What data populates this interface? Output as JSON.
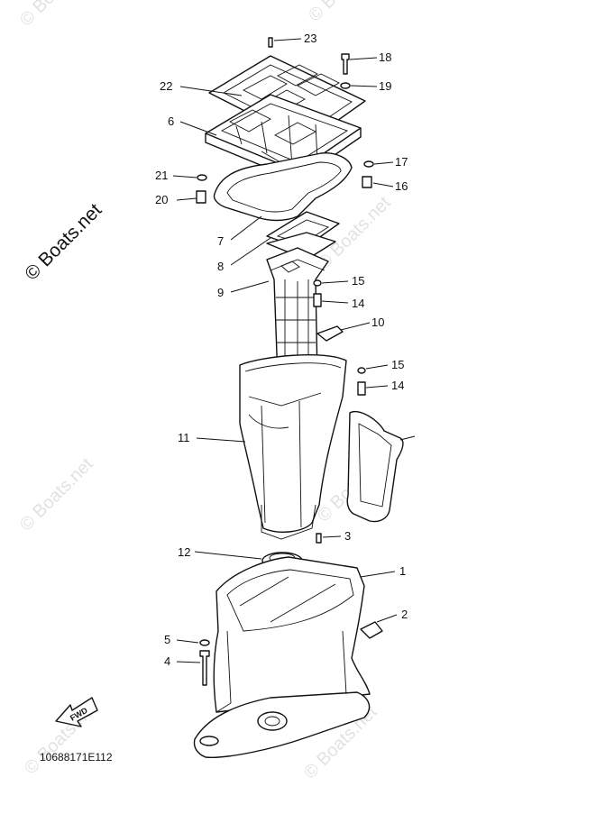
{
  "diagram": {
    "reference_code": "10688171E112",
    "fwd_label": "FWD",
    "watermark_main": "© Boats.net",
    "watermark_faint": "© Boats.net",
    "callouts": {
      "c1": "1",
      "c2": "2",
      "c3": "3",
      "c4": "4",
      "c5": "5",
      "c6": "6",
      "c7": "7",
      "c8": "8",
      "c9": "9",
      "c10": "10",
      "c11": "11",
      "c12": "12",
      "c14a": "14",
      "c14b": "14",
      "c15a": "15",
      "c15b": "15",
      "c16": "16",
      "c17": "17",
      "c18": "18",
      "c19": "19",
      "c20": "20",
      "c21": "21",
      "c22": "22",
      "c23": "23"
    }
  }
}
